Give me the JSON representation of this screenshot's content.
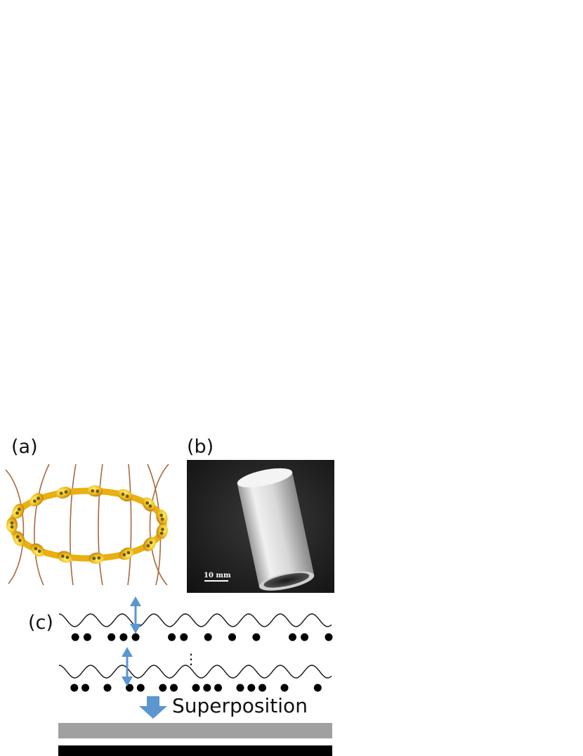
{
  "figure": {
    "panel_a_label": "(a)",
    "panel_b_label": "(b)",
    "panel_c_label": "(c)",
    "scale_bar_label": "10 mm",
    "arrow_label": "Superposition",
    "ellipsis": "⋮"
  },
  "colors": {
    "ring_gold": "#e8b010",
    "field_line": "#a86a3c",
    "arrow_blue": "#5b96d0",
    "gray_bar": "#a0a0a0",
    "black_bar": "#000000"
  },
  "dot_rows": {
    "row1": [
      0,
      1,
      1,
      0,
      1,
      1,
      1,
      0,
      0,
      1,
      1,
      0,
      1,
      0,
      1,
      0,
      1,
      0,
      0,
      1,
      1,
      0,
      1
    ],
    "row2": [
      0,
      1,
      1,
      0,
      1,
      0,
      1,
      1,
      0,
      1,
      1,
      0,
      1,
      1,
      1,
      0,
      1,
      1,
      1,
      0,
      1,
      0,
      0,
      1,
      0
    ]
  }
}
